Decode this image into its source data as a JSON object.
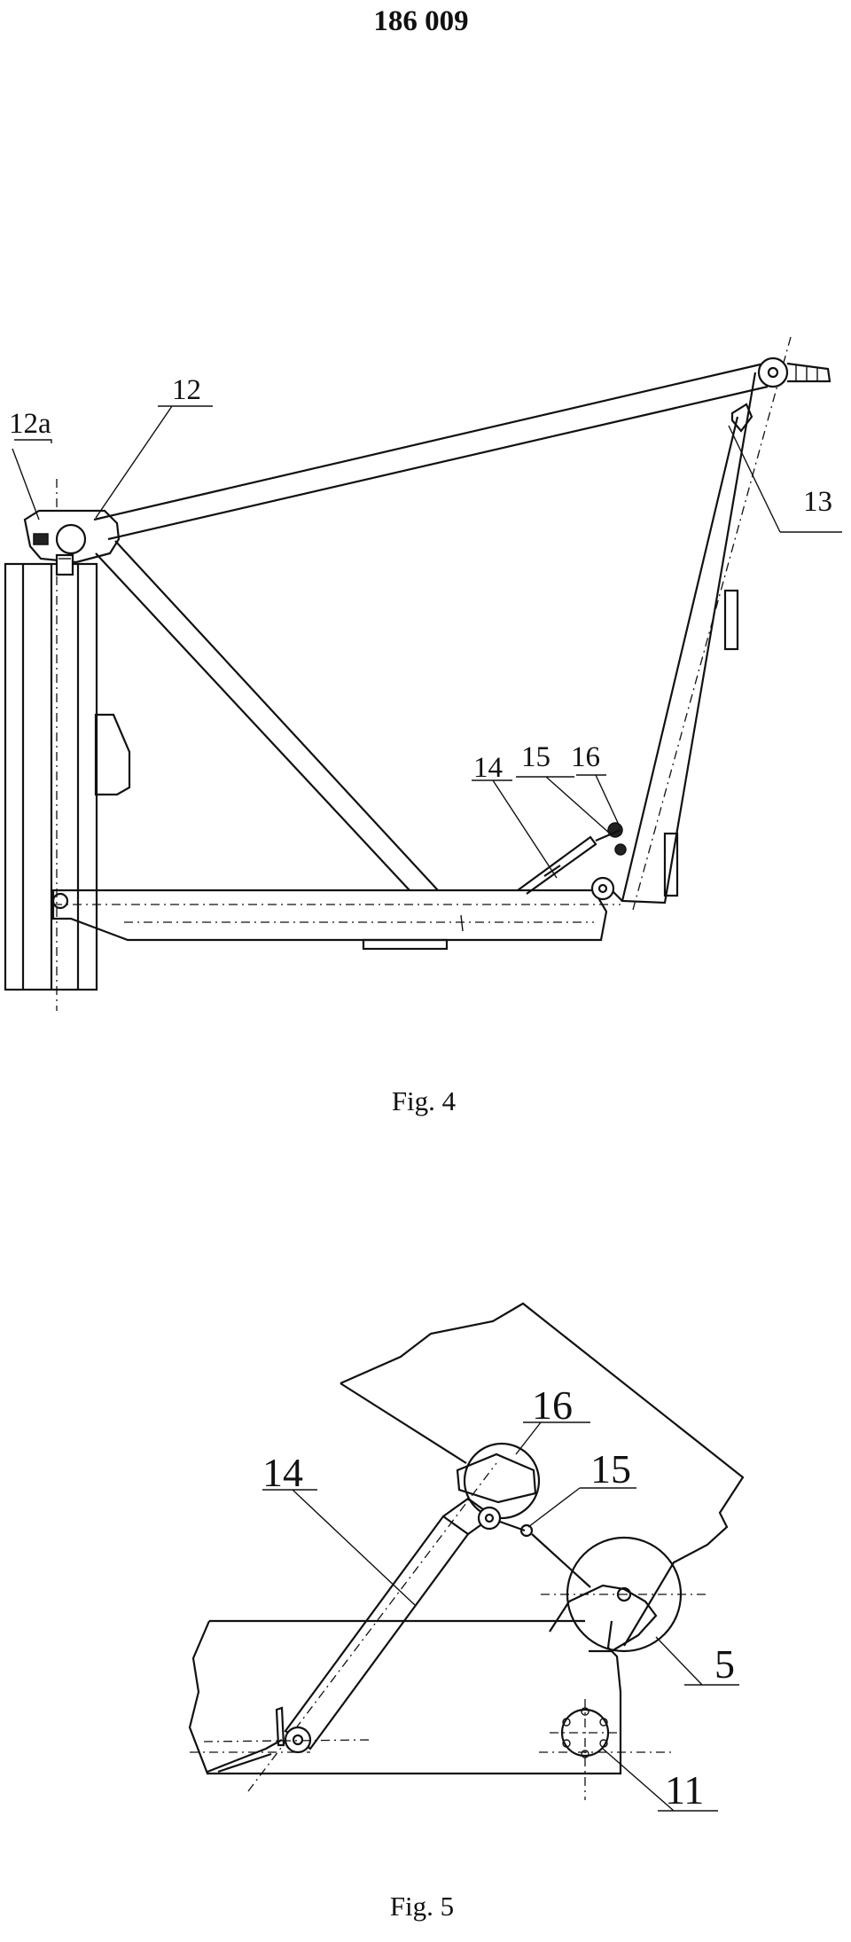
{
  "header": {
    "doc_number": "186 009"
  },
  "fig4": {
    "caption": "Fig. 4",
    "labels": {
      "l12a": "12a",
      "l12": "12",
      "l13": "13",
      "l14": "14",
      "l15": "15",
      "l16": "16"
    }
  },
  "fig5": {
    "caption": "Fig. 5",
    "labels": {
      "l16": "16",
      "l15": "15",
      "l14": "14",
      "l5": "5",
      "l11": "11"
    }
  }
}
